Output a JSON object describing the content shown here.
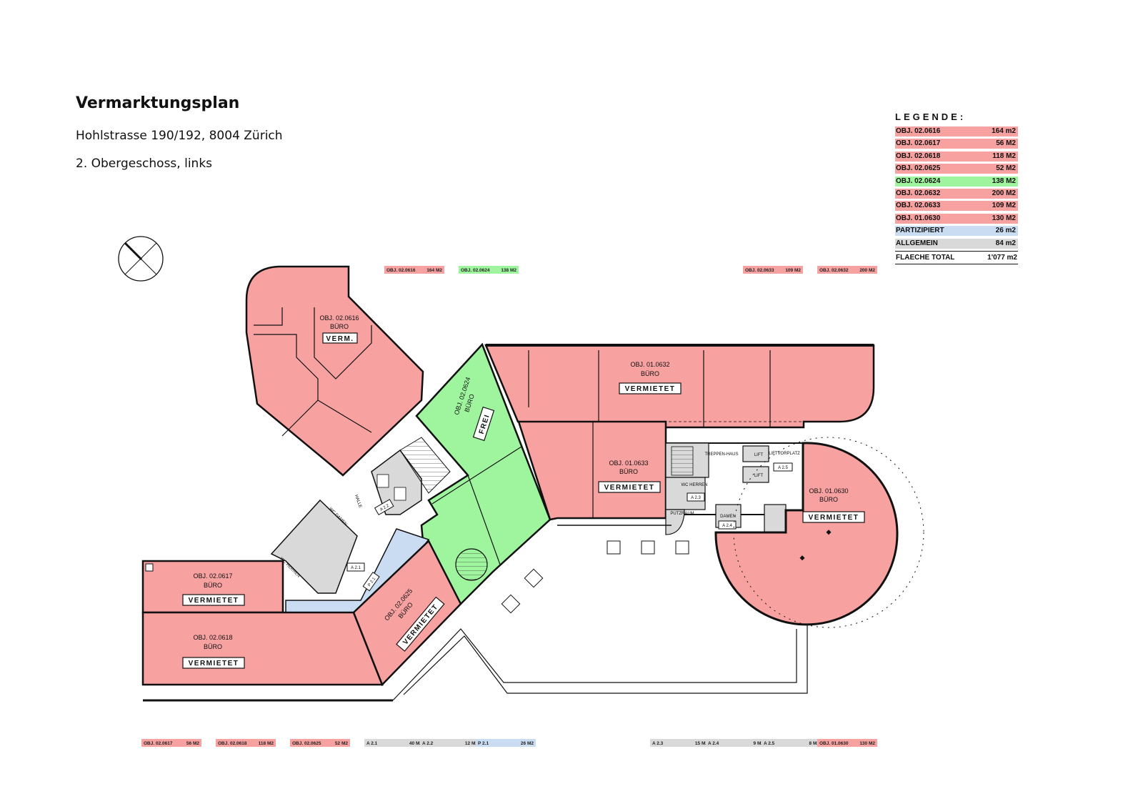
{
  "header": {
    "title": "Vermarktungsplan",
    "address": "Hohlstrasse 190/192, 8004 Zürich",
    "floor": "2. Obergeschoss, links"
  },
  "colors": {
    "rented": "#f7a1a1",
    "free": "#9ef59e",
    "partitioned": "#c9dcf2",
    "general": "#d9d9d9",
    "wall": "#111111"
  },
  "legend": {
    "heading": "LEGENDE:",
    "rows": [
      {
        "label": "OBJ. 02.0616",
        "value": "164 m2",
        "status": "rented"
      },
      {
        "label": "OBJ. 02.0617",
        "value": "56 M2",
        "status": "rented"
      },
      {
        "label": "OBJ. 02.0618",
        "value": "118 M2",
        "status": "rented"
      },
      {
        "label": "OBJ. 02.0625",
        "value": "52 M2",
        "status": "rented"
      },
      {
        "label": "OBJ. 02.0624",
        "value": "138 M2",
        "status": "free"
      },
      {
        "label": "OBJ. 02.0632",
        "value": "200 M2",
        "status": "rented"
      },
      {
        "label": "OBJ. 02.0633",
        "value": "109 M2",
        "status": "rented"
      },
      {
        "label": "OBJ. 01.0630",
        "value": "130 M2",
        "status": "rented"
      },
      {
        "label": "PARTIZIPIERT",
        "value": "26 m2",
        "status": "partitioned"
      },
      {
        "label": "ALLGEMEIN",
        "value": "84 m2",
        "status": "general"
      }
    ],
    "total_label": "FLAECHE TOTAL",
    "total_value": "1'077 m2"
  },
  "top_tags": [
    {
      "label": "OBJ. 02.0616",
      "value": "164 M2",
      "status": "rented"
    },
    {
      "label": "OBJ. 02.0624",
      "value": "138 M2",
      "status": "free"
    },
    {
      "label": "OBJ. 02.0633",
      "value": "109 M2",
      "status": "rented"
    },
    {
      "label": "OBJ. 02.0632",
      "value": "200 M2",
      "status": "rented"
    }
  ],
  "bottom_tags": [
    {
      "label": "OBJ. 02.0617",
      "value": "56 M2",
      "status": "rented"
    },
    {
      "label": "OBJ. 02.0618",
      "value": "118 M2",
      "status": "rented"
    },
    {
      "label": "OBJ. 02.0625",
      "value": "52 M2",
      "status": "rented"
    },
    {
      "label": "A 2.1",
      "value": "40 M2",
      "status": "general"
    },
    {
      "label": "A 2.2",
      "value": "12 M2",
      "status": "general"
    },
    {
      "label": "P 2.1",
      "value": "26 M2",
      "status": "partitioned"
    },
    {
      "label": "A 2.3",
      "value": "15 M2",
      "status": "general"
    },
    {
      "label": "A 2.4",
      "value": "9 M2",
      "status": "general"
    },
    {
      "label": "A 2.5",
      "value": "8 M2",
      "status": "general"
    },
    {
      "label": "OBJ. 01.0630",
      "value": "130 M2",
      "status": "rented"
    }
  ],
  "units": {
    "u0616": {
      "id": "OBJ. 02.0616",
      "use": "BÜRO",
      "stamp": "VERM."
    },
    "u0624": {
      "id": "OBJ. 02.0624",
      "use": "BÜRO",
      "stamp": "FREI"
    },
    "u0632": {
      "id": "OBJ. 01.0632",
      "use": "BÜRO",
      "stamp": "VERMIETET"
    },
    "u0633": {
      "id": "OBJ. 01.0633",
      "use": "BÜRO",
      "stamp": "VERMIETET"
    },
    "u0630": {
      "id": "OBJ. 01.0630",
      "use": "BÜRO",
      "stamp": "VERMIETET"
    },
    "u0617": {
      "id": "OBJ. 02.0617",
      "use": "BÜRO",
      "stamp": "VERMIETET"
    },
    "u0618": {
      "id": "OBJ. 02.0618",
      "use": "BÜRO",
      "stamp": "VERMIETET"
    },
    "u0625": {
      "id": "OBJ. 02.0625",
      "use": "BÜRO",
      "stamp": "VERMIETET"
    }
  },
  "service_labels": {
    "halle": "HALLE",
    "treppenhaus": "TREPPEN-HAUS",
    "lift": "LIFT",
    "liftvorplatz": "LIFTVORPLATZ",
    "wc_herren": "WC HERREN",
    "wc_damen": "WC DAMEN",
    "damen": "DAMEN",
    "putzraum": "PUTZRAUM",
    "a21": "A 2.1",
    "a22": "A 2.2",
    "a23": "A 2.3",
    "a24": "A 2.4",
    "a25": "A 2.5",
    "p21": "P 2.1"
  }
}
